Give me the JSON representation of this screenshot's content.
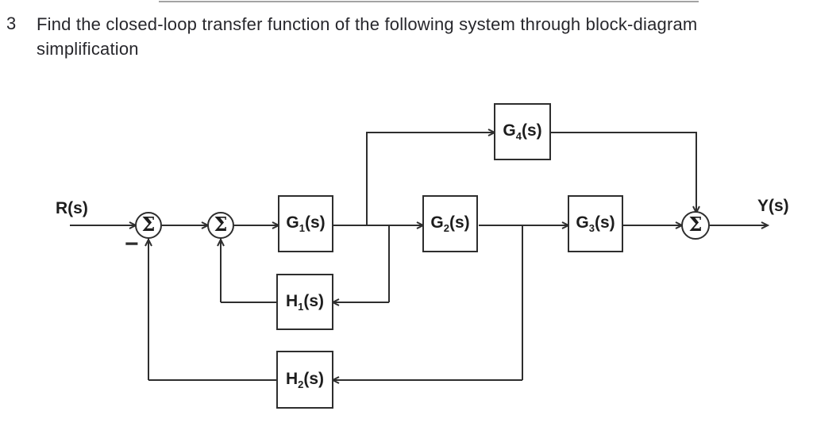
{
  "header": {
    "number": "3",
    "line1": "Find the closed-loop transfer function of the following system through block-diagram",
    "line2": "simplification"
  },
  "diagram": {
    "input_label": "R(s)",
    "output_label": "Y(s)",
    "sum_symbol": "Σ",
    "minus_sign": "−",
    "blocks": {
      "g1": {
        "base": "G",
        "sub": "1",
        "suffix": "(s)"
      },
      "g2": {
        "base": "G",
        "sub": "2",
        "suffix": "(s)"
      },
      "g3": {
        "base": "G",
        "sub": "3",
        "suffix": "(s)"
      },
      "g4": {
        "base": "G",
        "sub": "4",
        "suffix": "(s)"
      },
      "h1": {
        "base": "H",
        "sub": "1",
        "suffix": "(s)"
      },
      "h2": {
        "base": "H",
        "sub": "2",
        "suffix": "(s)"
      }
    },
    "connections": [
      "R(s) → sum1",
      "sum1 → sum2",
      "sum2 → G1(s)",
      "G1(s) → G2(s)",
      "G2(s) → G3(s)",
      "G3(s) → sum3",
      "sum3 → Y(s)",
      "G1(s) output branch → G4(s) → sum3 (from top)",
      "G1(s) output branch → H1(s) → sum2 (from bottom)",
      "G2(s) output branch → H2(s) → sum1 (from bottom, negative)"
    ],
    "colors": {
      "line": "#2e2e2e",
      "text": "#1d1d1d",
      "rule": "#a3a3a3"
    }
  }
}
